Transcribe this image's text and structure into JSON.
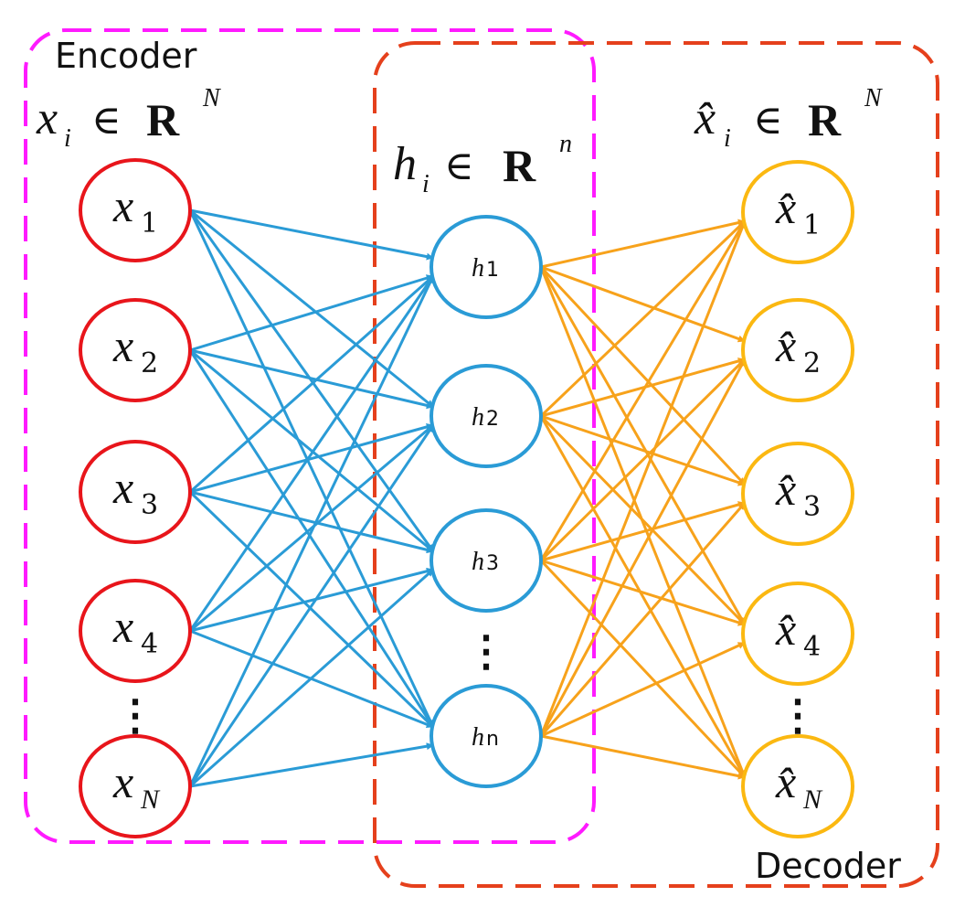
{
  "labels": {
    "encoder": "Encoder",
    "decoder": "Decoder",
    "input_space": {
      "var": "x",
      "sub": "i",
      "in": "∈",
      "set": "R",
      "sup": "N"
    },
    "hidden_space": {
      "var": "h",
      "sub": "i",
      "in": "∈",
      "set": "R",
      "sup": "n"
    },
    "output_space": {
      "var": "x̂",
      "sub": "i",
      "in": "∈",
      "set": "R",
      "sup": "N"
    },
    "ellipsis": "⋮"
  },
  "input_nodes": [
    {
      "var": "x",
      "sub": "1"
    },
    {
      "var": "x",
      "sub": "2"
    },
    {
      "var": "x",
      "sub": "3"
    },
    {
      "var": "x",
      "sub": "4"
    },
    {
      "var": "x",
      "sub": "N"
    }
  ],
  "hidden_nodes": [
    {
      "var": "h",
      "sub": "1"
    },
    {
      "var": "h",
      "sub": "2"
    },
    {
      "var": "h",
      "sub": "3"
    },
    {
      "var": "h",
      "sub": "n"
    }
  ],
  "output_nodes": [
    {
      "var": "x̂",
      "sub": "1"
    },
    {
      "var": "x̂",
      "sub": "2"
    },
    {
      "var": "x̂",
      "sub": "3"
    },
    {
      "var": "x̂",
      "sub": "4"
    },
    {
      "var": "x̂",
      "sub": "N"
    }
  ],
  "colors": {
    "input_node": "#e8151b",
    "hidden_node": "#2a9bd6",
    "output_node": "#fbb811",
    "encoder_edge": "#2a9bd6",
    "decoder_edge": "#f7a21b",
    "encoder_box": "#ff1aff",
    "decoder_box": "#e5401c",
    "text": "#111111"
  }
}
